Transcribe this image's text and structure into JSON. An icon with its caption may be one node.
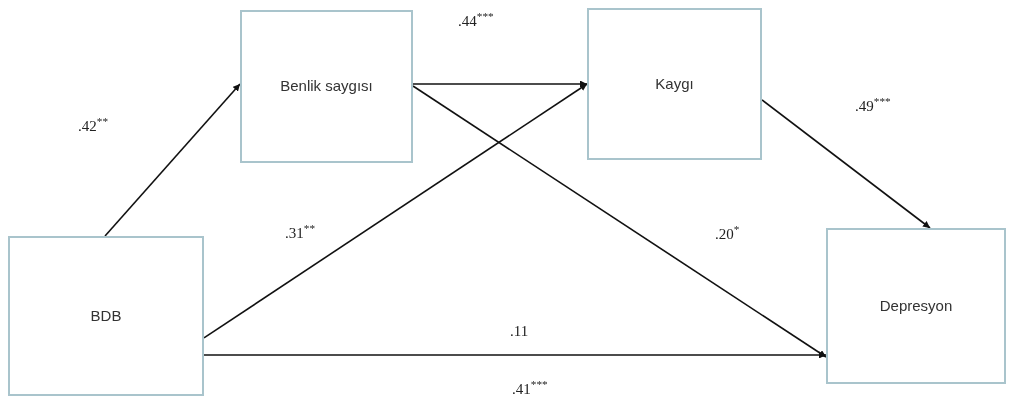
{
  "diagram": {
    "nodes": [
      {
        "text": [
          "Benlik saygısı"
        ]
      },
      {
        "text": [
          "Kaygı"
        ]
      },
      {
        "text": [
          "BDB"
        ]
      },
      {
        "text": [
          "Depresyon"
        ]
      }
    ],
    "edges": [
      {
        "from": 2,
        "to": 0,
        "arrow": "to",
        "label": ".42$^{**}$"
      },
      {
        "from": 0,
        "to": 1,
        "arrow": "to",
        "label": ".44$^{***}$"
      },
      {
        "from": 1,
        "to": 3,
        "arrow": "to",
        "label": ".49$^{***}$"
      },
      {
        "from": 2,
        "to": 1,
        "arrow": "to",
        "label": ".31$^{**}$"
      },
      {
        "from": 0,
        "to": 3,
        "arrow": "to",
        "label": ".20$^{*}$"
      },
      {
        "from": 2,
        "to": 3,
        "arrow": "to",
        "label": ".11"
      }
    ],
    "labels": [
      ".41$^{***}$"
    ]
  }
}
